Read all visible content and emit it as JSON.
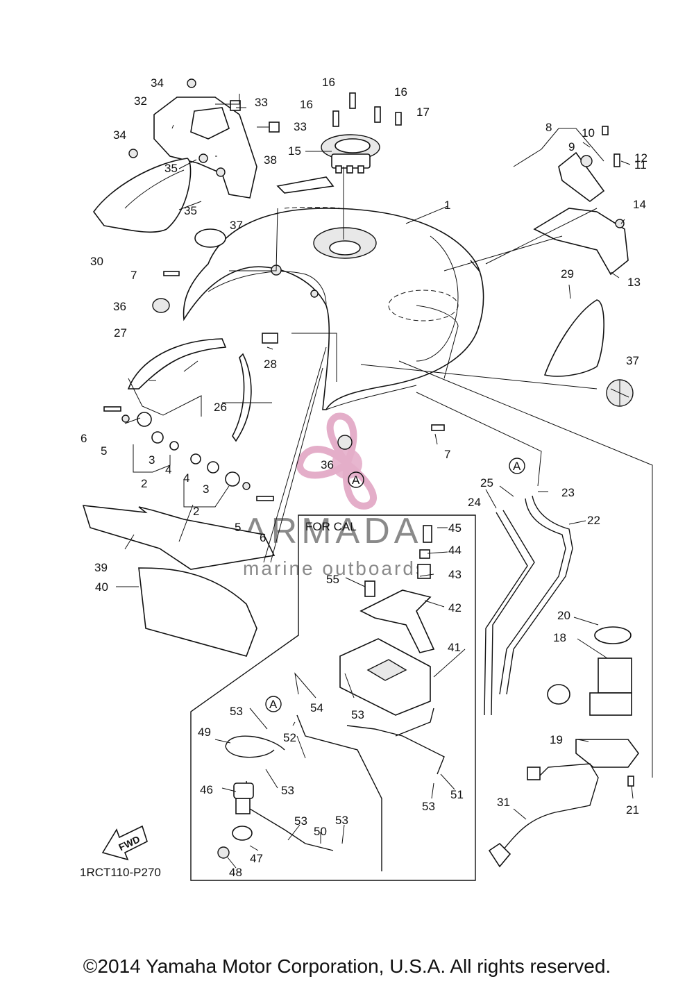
{
  "diagram": {
    "ref_code": "1RCT110-P270",
    "for_cal_label": "FOR CAL",
    "fwd_label": "FWD",
    "connector_tag": "A",
    "copyright": "©2014 Yamaha Motor Corporation, U.S.A. All rights reserved."
  },
  "watermark": {
    "brand": "ARMADA",
    "tagline": "marine outboards",
    "logo_color": "#e0a0c0"
  },
  "callouts": [
    {
      "id": "c1",
      "text": "1"
    },
    {
      "id": "c2a",
      "text": "2"
    },
    {
      "id": "c2b",
      "text": "2"
    },
    {
      "id": "c3a",
      "text": "3"
    },
    {
      "id": "c3b",
      "text": "3"
    },
    {
      "id": "c4a",
      "text": "4"
    },
    {
      "id": "c4b",
      "text": "4"
    },
    {
      "id": "c5a",
      "text": "5"
    },
    {
      "id": "c5b",
      "text": "5"
    },
    {
      "id": "c6a",
      "text": "6"
    },
    {
      "id": "c6b",
      "text": "6"
    },
    {
      "id": "c7a",
      "text": "7"
    },
    {
      "id": "c7b",
      "text": "7"
    },
    {
      "id": "c8",
      "text": "8"
    },
    {
      "id": "c9",
      "text": "9"
    },
    {
      "id": "c10",
      "text": "10"
    },
    {
      "id": "c11",
      "text": "11"
    },
    {
      "id": "c12",
      "text": "12"
    },
    {
      "id": "c13",
      "text": "13"
    },
    {
      "id": "c14",
      "text": "14"
    },
    {
      "id": "c15",
      "text": "15"
    },
    {
      "id": "c16a",
      "text": "16"
    },
    {
      "id": "c16b",
      "text": "16"
    },
    {
      "id": "c16c",
      "text": "16"
    },
    {
      "id": "c17",
      "text": "17"
    },
    {
      "id": "c18",
      "text": "18"
    },
    {
      "id": "c19",
      "text": "19"
    },
    {
      "id": "c20",
      "text": "20"
    },
    {
      "id": "c21",
      "text": "21"
    },
    {
      "id": "c22",
      "text": "22"
    },
    {
      "id": "c23",
      "text": "23"
    },
    {
      "id": "c24",
      "text": "24"
    },
    {
      "id": "c25",
      "text": "25"
    },
    {
      "id": "c26",
      "text": "26"
    },
    {
      "id": "c27",
      "text": "27"
    },
    {
      "id": "c28",
      "text": "28"
    },
    {
      "id": "c29",
      "text": "29"
    },
    {
      "id": "c30",
      "text": "30"
    },
    {
      "id": "c31",
      "text": "31"
    },
    {
      "id": "c32",
      "text": "32"
    },
    {
      "id": "c33a",
      "text": "33"
    },
    {
      "id": "c33b",
      "text": "33"
    },
    {
      "id": "c34a",
      "text": "34"
    },
    {
      "id": "c34b",
      "text": "34"
    },
    {
      "id": "c35a",
      "text": "35"
    },
    {
      "id": "c35b",
      "text": "35"
    },
    {
      "id": "c36a",
      "text": "36"
    },
    {
      "id": "c36b",
      "text": "36"
    },
    {
      "id": "c37a",
      "text": "37"
    },
    {
      "id": "c37b",
      "text": "37"
    },
    {
      "id": "c38",
      "text": "38"
    },
    {
      "id": "c39",
      "text": "39"
    },
    {
      "id": "c40",
      "text": "40"
    },
    {
      "id": "c41",
      "text": "41"
    },
    {
      "id": "c42",
      "text": "42"
    },
    {
      "id": "c43",
      "text": "43"
    },
    {
      "id": "c44",
      "text": "44"
    },
    {
      "id": "c45",
      "text": "45"
    },
    {
      "id": "c46",
      "text": "46"
    },
    {
      "id": "c47",
      "text": "47"
    },
    {
      "id": "c48",
      "text": "48"
    },
    {
      "id": "c49",
      "text": "49"
    },
    {
      "id": "c50",
      "text": "50"
    },
    {
      "id": "c51",
      "text": "51"
    },
    {
      "id": "c52",
      "text": "52"
    },
    {
      "id": "c53a",
      "text": "53"
    },
    {
      "id": "c53b",
      "text": "53"
    },
    {
      "id": "c53c",
      "text": "53"
    },
    {
      "id": "c53d",
      "text": "53"
    },
    {
      "id": "c53e",
      "text": "53"
    },
    {
      "id": "c53f",
      "text": "53"
    },
    {
      "id": "c54",
      "text": "54"
    },
    {
      "id": "c55",
      "text": "55"
    }
  ]
}
